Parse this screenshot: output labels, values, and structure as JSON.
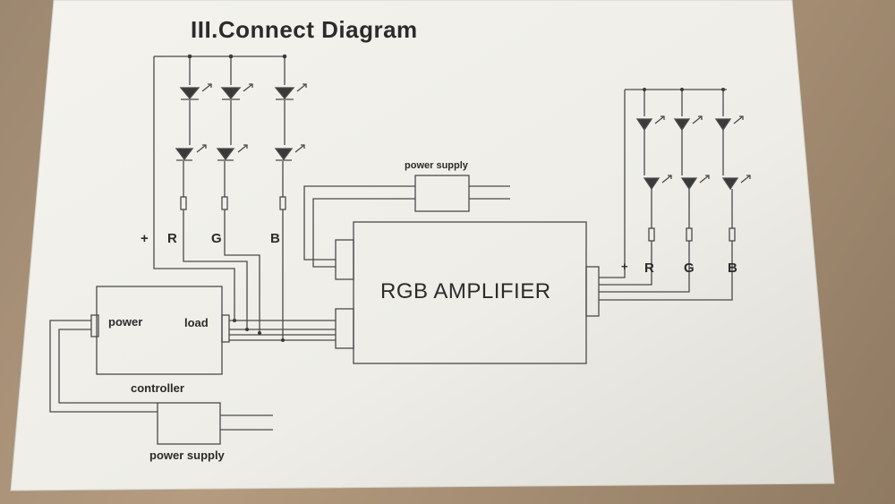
{
  "title": "III.Connect Diagram",
  "amplifier_label": "RGB AMPLIFIER",
  "controller": {
    "label": "controller",
    "power_port": "power",
    "load_port": "load"
  },
  "power_supply_top": "power supply",
  "power_supply_bottom": "power supply",
  "left_channels": {
    "plus": "+",
    "r": "R",
    "g": "G",
    "b": "B"
  },
  "right_channels": {
    "plus": "+",
    "r": "R",
    "g": "G",
    "b": "B"
  },
  "colors": {
    "line": "#4a4a4a",
    "paper": "#f2f1ec",
    "text": "#2b2b2b"
  }
}
